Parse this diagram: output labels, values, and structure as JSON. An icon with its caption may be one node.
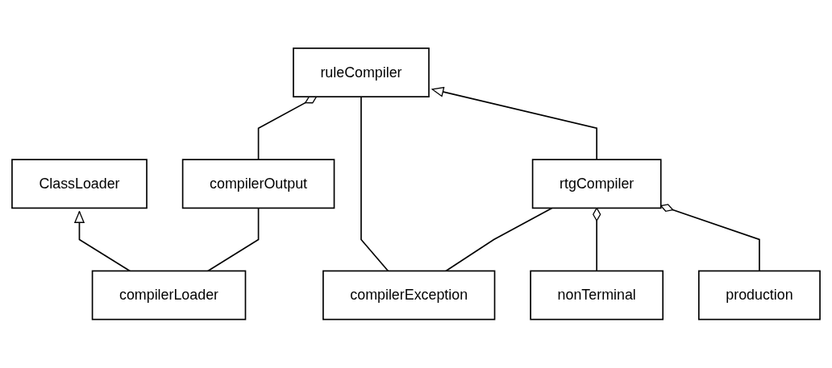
{
  "diagram": {
    "nodes": [
      {
        "text": [
          "ruleCompiler"
        ]
      },
      {
        "text": [
          "ClassLoader"
        ]
      },
      {
        "text": [
          "compilerOutput"
        ]
      },
      {
        "text": [
          "rtgCompiler"
        ]
      },
      {
        "text": [
          "compilerLoader"
        ]
      },
      {
        "text": [
          "compilerException"
        ]
      },
      {
        "text": [
          "nonTerminal"
        ]
      },
      {
        "text": [
          "production"
        ]
      }
    ],
    "edges": [
      {
        "from": 2,
        "to": 0,
        "arrow": "other"
      },
      {
        "from": 5,
        "to": 0,
        "arrow": "none"
      },
      {
        "from": 3,
        "to": 0,
        "arrow": "to"
      },
      {
        "from": 4,
        "to": 1,
        "arrow": "to"
      },
      {
        "from": 4,
        "to": 2,
        "arrow": "none"
      },
      {
        "from": 5,
        "to": 3,
        "arrow": "none"
      },
      {
        "from": 6,
        "to": 3,
        "arrow": "other"
      },
      {
        "from": 7,
        "to": 3,
        "arrow": "other"
      }
    ]
  }
}
